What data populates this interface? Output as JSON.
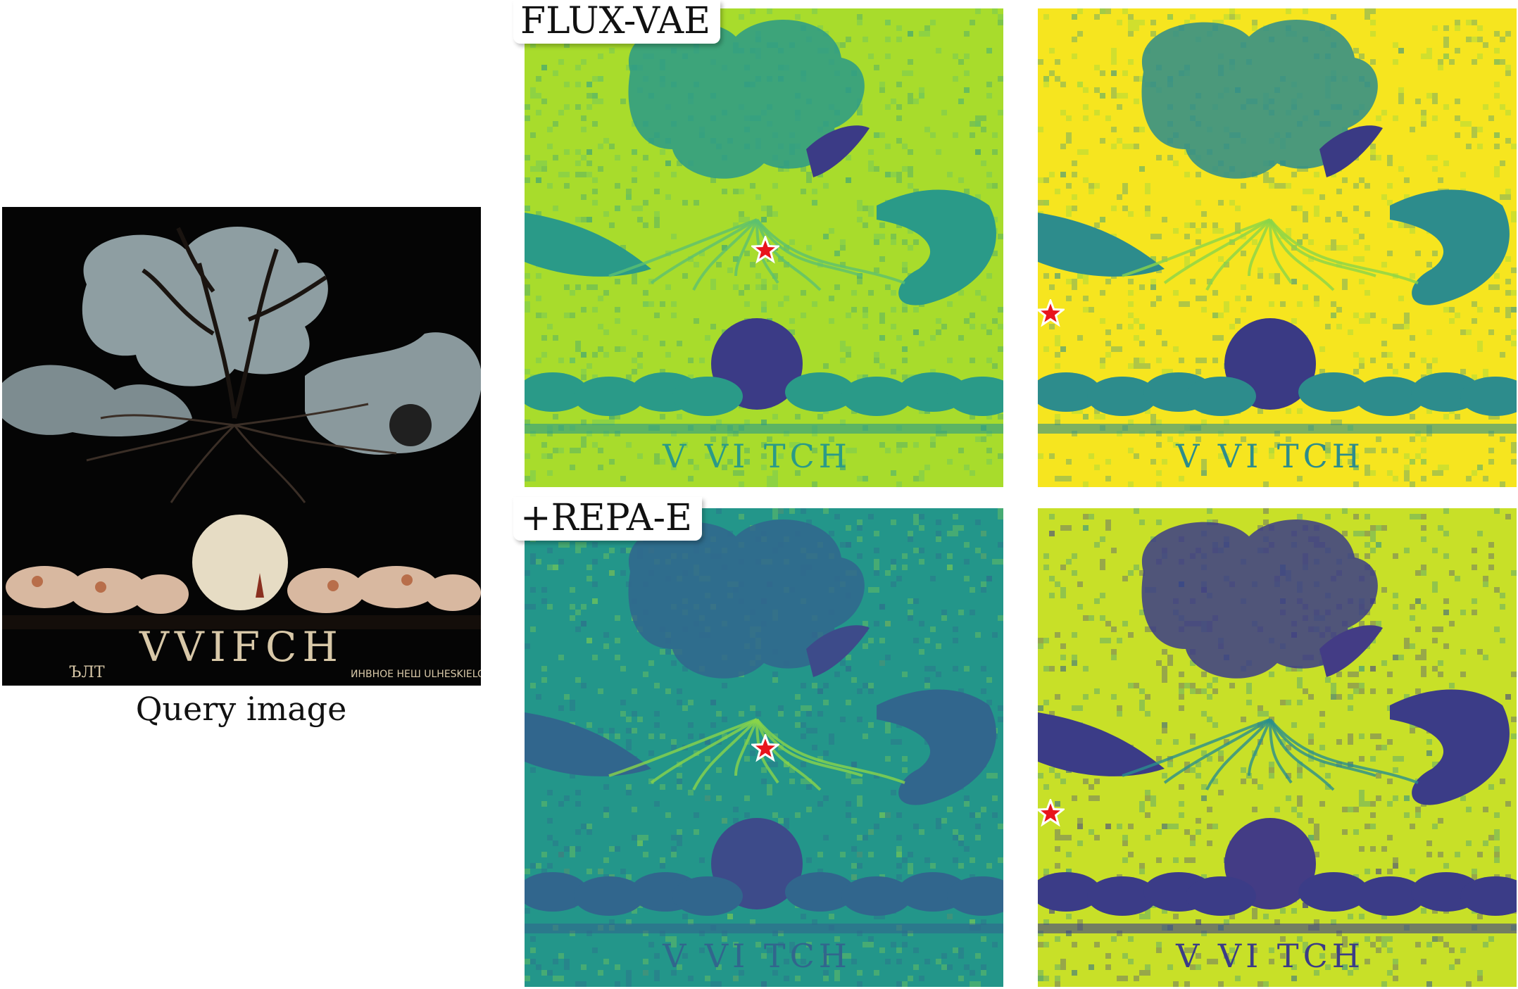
{
  "query": {
    "caption": "Query image",
    "title_text": "VVIFCH",
    "small_text_left": "ЪЛТ",
    "small_text_right": "ИНВНОЕ НЕШ ULHESKIELO"
  },
  "rows": [
    {
      "label": "FLUX-VAE",
      "heatmap_text": "V VI TCH",
      "maps": [
        {
          "query_point": "center",
          "background": "#a8dc2c",
          "dark": "#2a9a88",
          "mid": "#5cc070",
          "deep": "#3b3b86"
        },
        {
          "query_point": "left",
          "background": "#f6e51f",
          "dark": "#2d8c8c",
          "mid": "#8ad54a",
          "deep": "#3a3a84"
        }
      ]
    },
    {
      "label": "+REPA-E",
      "heatmap_text": "V VI TCH",
      "maps": [
        {
          "query_point": "center",
          "background": "#23968a",
          "dark": "#31668d",
          "mid": "#8ad54a",
          "deep": "#3d4b8a"
        },
        {
          "query_point": "left",
          "background": "#c8e028",
          "dark": "#3b3c87",
          "mid": "#2a8f8c",
          "deep": "#433c85"
        }
      ]
    }
  ],
  "colors": {
    "star_fill": "#e8141c",
    "star_stroke": "#ffffff"
  }
}
